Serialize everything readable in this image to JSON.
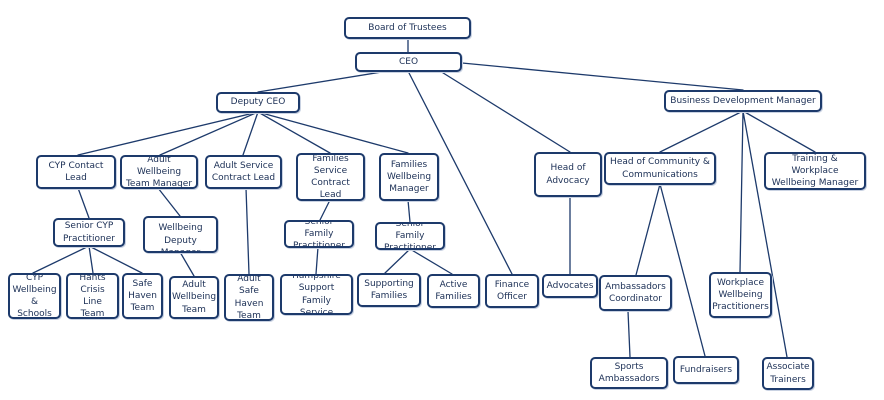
{
  "org": {
    "trustees": "Board of Trustees",
    "ceo": "CEO",
    "deputy_ceo": "Deputy CEO",
    "bdm": "Business Development Manager",
    "cyp_lead": "CYP Contact Lead",
    "adult_wb_mgr": "Adult Wellbeing Team Manager",
    "adult_service_lead": "Adult Service Contract Lead",
    "families_lead": "Families Service Contract Lead",
    "families_wb_mgr": "Families Wellbeing Manager",
    "head_advocacy": "Head of Advocacy",
    "head_comms": "Head of Community & Communications",
    "training_mgr": "Training & Workplace Wellbeing Manager",
    "senior_cyp": "Senior CYP Practitioner",
    "adult_deputy": "Adult Wellbeing Deputy Manager",
    "senior_family_1": "Senior Family Practitioner",
    "senior_family_2": "Senior Family Practitioner",
    "cyp_schools": "CYP Wellbeing & Schools",
    "hants_crisis": "Hants Crisis Line Team",
    "safe_haven": "Safe Haven Team",
    "adult_wb_team": "Adult Wellbeing Team",
    "adult_safe_haven": "Adult Safe Haven Team",
    "hampshire_support": "Hampshire Support Family Service",
    "supporting_families": "Supporting Families",
    "active_families": "Active Families",
    "finance_officer": "Finance Officer",
    "advocates": "Advocates",
    "ambassadors_coord": "Ambassadors Coordinator",
    "workplace_practitioners": "Workplace Wellbeing Practitioners",
    "sports_ambassadors": "Sports Ambassadors",
    "fundraisers": "Fundraisers",
    "associate_trainers": "Associate Trainers"
  },
  "colors": {
    "border": "#1d3a6b",
    "line": "#1d3a6b",
    "text": "#1b2f55"
  }
}
